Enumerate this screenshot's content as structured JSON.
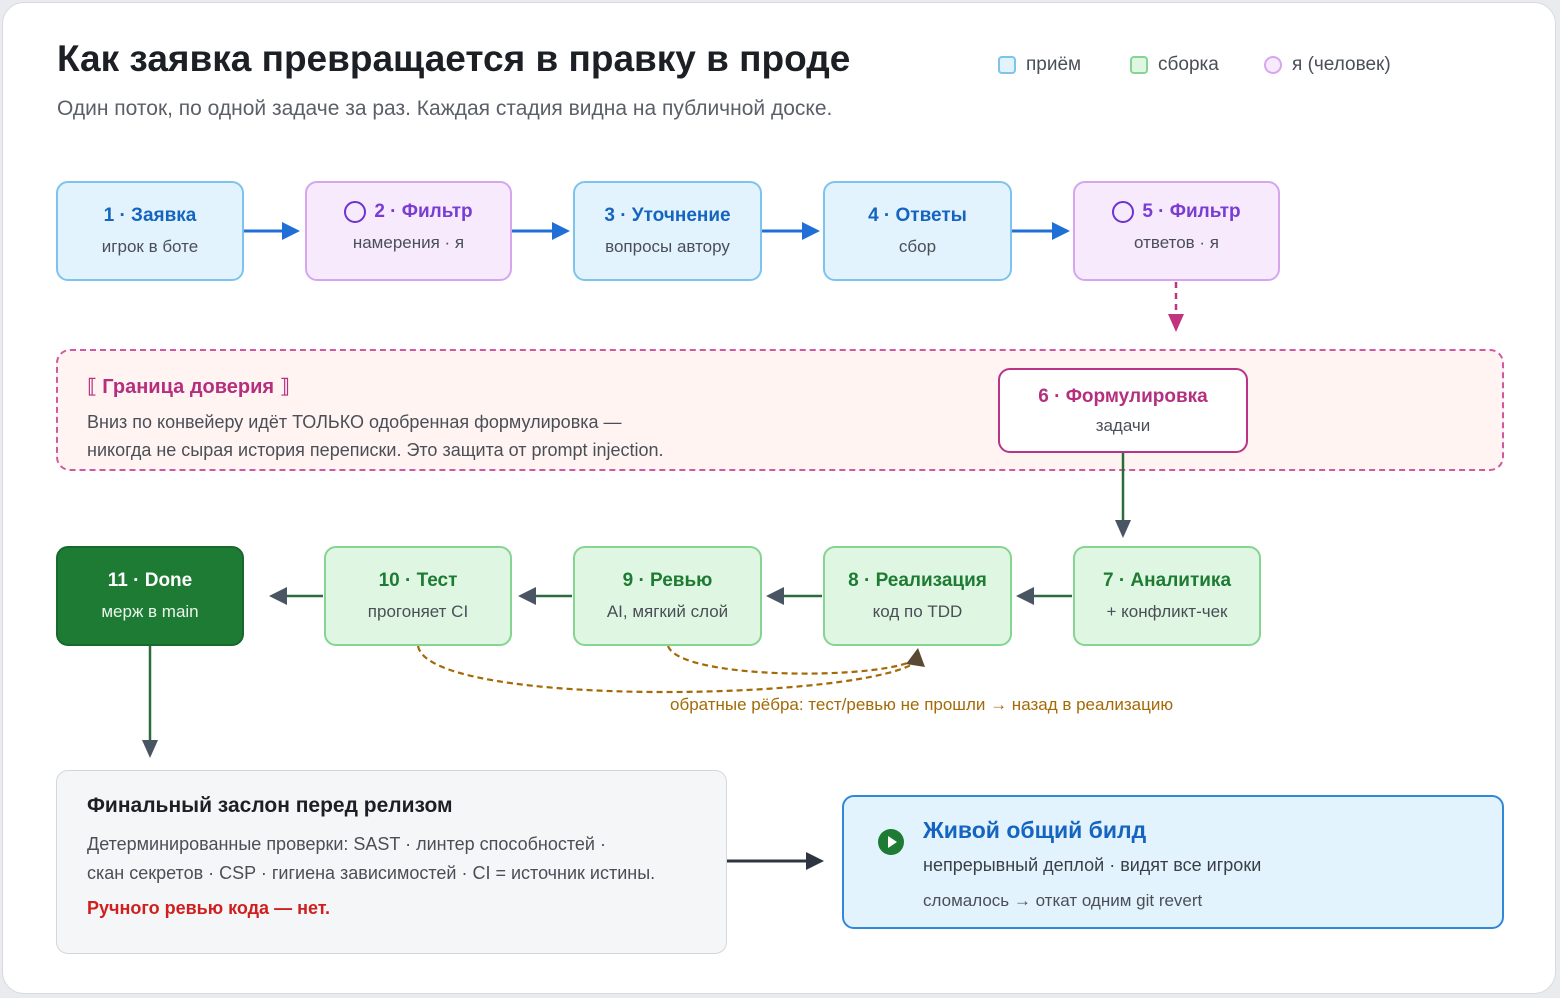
{
  "header": {
    "title": "Как заявка превращается в правку в проде",
    "subtitle": "Один поток, по одной задаче за раз. Каждая стадия видна на публичной доске."
  },
  "legend": {
    "intake": "приём",
    "build": "сборка",
    "human": "я (человек)"
  },
  "colors": {
    "intake": "#e3f3fd",
    "human": "#f7eafd",
    "build": "#dff7e2",
    "done": "#1e7b34",
    "trust": "#cf5aa1",
    "back_edge": "#a36a06",
    "danger": "#d01f1f"
  },
  "stages": {
    "s1": {
      "title": "1 · Заявка",
      "sub": "игрок в боте"
    },
    "s2": {
      "title": "2 · Фильтр",
      "sub": "намерения · я"
    },
    "s3": {
      "title": "3 · Уточнение",
      "sub": "вопросы автору"
    },
    "s4": {
      "title": "4 · Ответы",
      "sub": "сбор"
    },
    "s5": {
      "title": "5 · Фильтр",
      "sub": "ответов · я"
    },
    "s6": {
      "title": "6 · Формулировка",
      "sub": "задачи"
    },
    "s7": {
      "title": "7 · Аналитика",
      "sub": "+ конфликт-чек"
    },
    "s8": {
      "title": "8 · Реализация",
      "sub": "код по TDD"
    },
    "s9": {
      "title": "9 · Ревью",
      "sub": "AI, мягкий слой"
    },
    "s10": {
      "title": "10 · Тест",
      "sub": "прогоняет CI"
    },
    "s11": {
      "title": "11 · Done",
      "sub": "мерж в main"
    }
  },
  "trust": {
    "title": "⟦ Граница доверия ⟧",
    "line1": "Вниз по конвейеру идёт ТОЛЬКО одобренная формулировка —",
    "line2": "никогда не сырая история переписки. Это защита от prompt injection."
  },
  "back_edges": {
    "label": "обратные рёбра: тест/ревью не прошли → назад в реализацию"
  },
  "final_gate": {
    "title": "Финальный заслон перед релизом",
    "line1": "Детерминированные проверки: SAST · линтер способностей ·",
    "line2": "скан секретов · CSP · гигиена зависимостей · CI = источник истины.",
    "warning": "Ручного ревью кода — нет."
  },
  "live_build": {
    "icon": "play-icon",
    "title": "Живой общий билд",
    "line1": "непрерывный деплой · видят все игроки",
    "line2": "сломалось → откат одним git revert"
  }
}
